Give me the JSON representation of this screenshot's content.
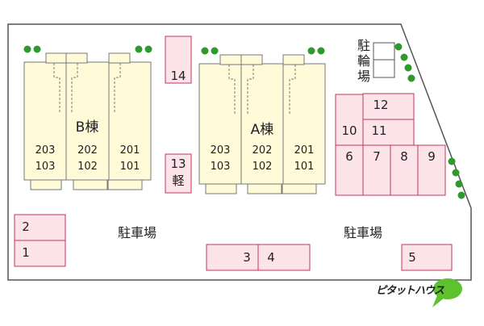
{
  "colors": {
    "site_fill": "#ffffff",
    "site_border": "#555555",
    "building_fill": "#fffbd8",
    "building_border": "#777777",
    "parking_fill": "#fde3ea",
    "parking_border": "#c2365a",
    "tree": "#2e9a2e",
    "logo_green": "#5ec12e"
  },
  "buildings": [
    {
      "name": "B棟",
      "units_upper": [
        "203",
        "202",
        "201"
      ],
      "units_lower": [
        "103",
        "102",
        "101"
      ]
    },
    {
      "name": "A棟",
      "units_upper": [
        "203",
        "202",
        "201"
      ],
      "units_lower": [
        "103",
        "102",
        "101"
      ]
    }
  ],
  "parking": {
    "lot_label": "駐車場",
    "spaces": [
      "1",
      "2",
      "3",
      "4",
      "5",
      "6",
      "7",
      "8",
      "9",
      "10",
      "11",
      "12",
      "13",
      "14"
    ],
    "small_car_label": "軽"
  },
  "bike_parking": {
    "label": "駐輪場"
  },
  "logo": {
    "text": "ピタットハウス",
    "icon": "green-speech-bubble-icon"
  }
}
